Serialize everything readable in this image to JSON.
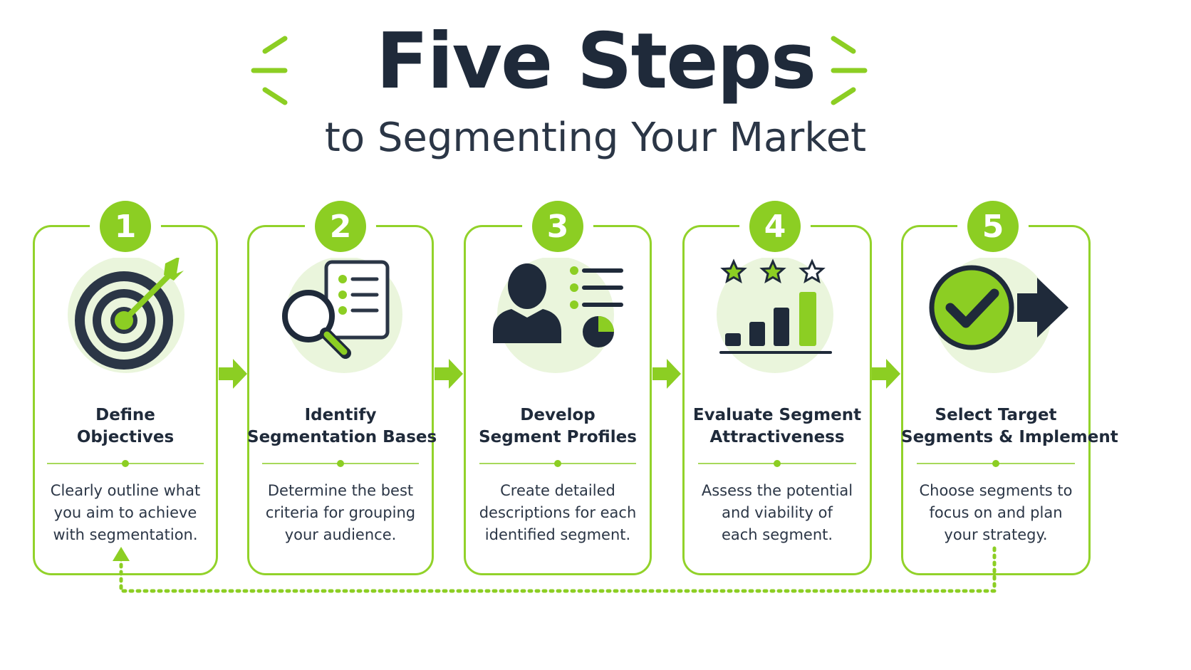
{
  "title": {
    "main": "Five Steps",
    "sub": "to Segmenting Your Market"
  },
  "colors": {
    "accent": "#8cce23",
    "dark": "#1f2a3a",
    "soft_circle": "#eaf5dc"
  },
  "steps": [
    {
      "number": "1",
      "icon": "target-icon",
      "title_line1": "Define",
      "title_line2": "Objectives",
      "desc_line1": "Clearly outline what",
      "desc_line2": "you aim to achieve",
      "desc_line3": "with segmentation."
    },
    {
      "number": "2",
      "icon": "magnifier-checklist-icon",
      "title_line1": "Identify",
      "title_line2": "Segmentation Bases",
      "desc_line1": "Determine the best",
      "desc_line2": "criteria for grouping",
      "desc_line3": "your audience."
    },
    {
      "number": "3",
      "icon": "person-profile-icon",
      "title_line1": "Develop",
      "title_line2": "Segment Profiles",
      "desc_line1": "Create detailed",
      "desc_line2": "descriptions for each",
      "desc_line3": "identified segment."
    },
    {
      "number": "4",
      "icon": "rating-bar-chart-icon",
      "title_line1": "Evaluate Segment",
      "title_line2": "Attractiveness",
      "desc_line1": "Assess the potential",
      "desc_line2": "and viability of",
      "desc_line3": "each segment."
    },
    {
      "number": "5",
      "icon": "check-arrow-icon",
      "title_line1": "Select Target",
      "title_line2": "Segments & Implement",
      "desc_line1": "Choose segments to",
      "desc_line2": "focus on and plan",
      "desc_line3": "your strategy."
    }
  ]
}
